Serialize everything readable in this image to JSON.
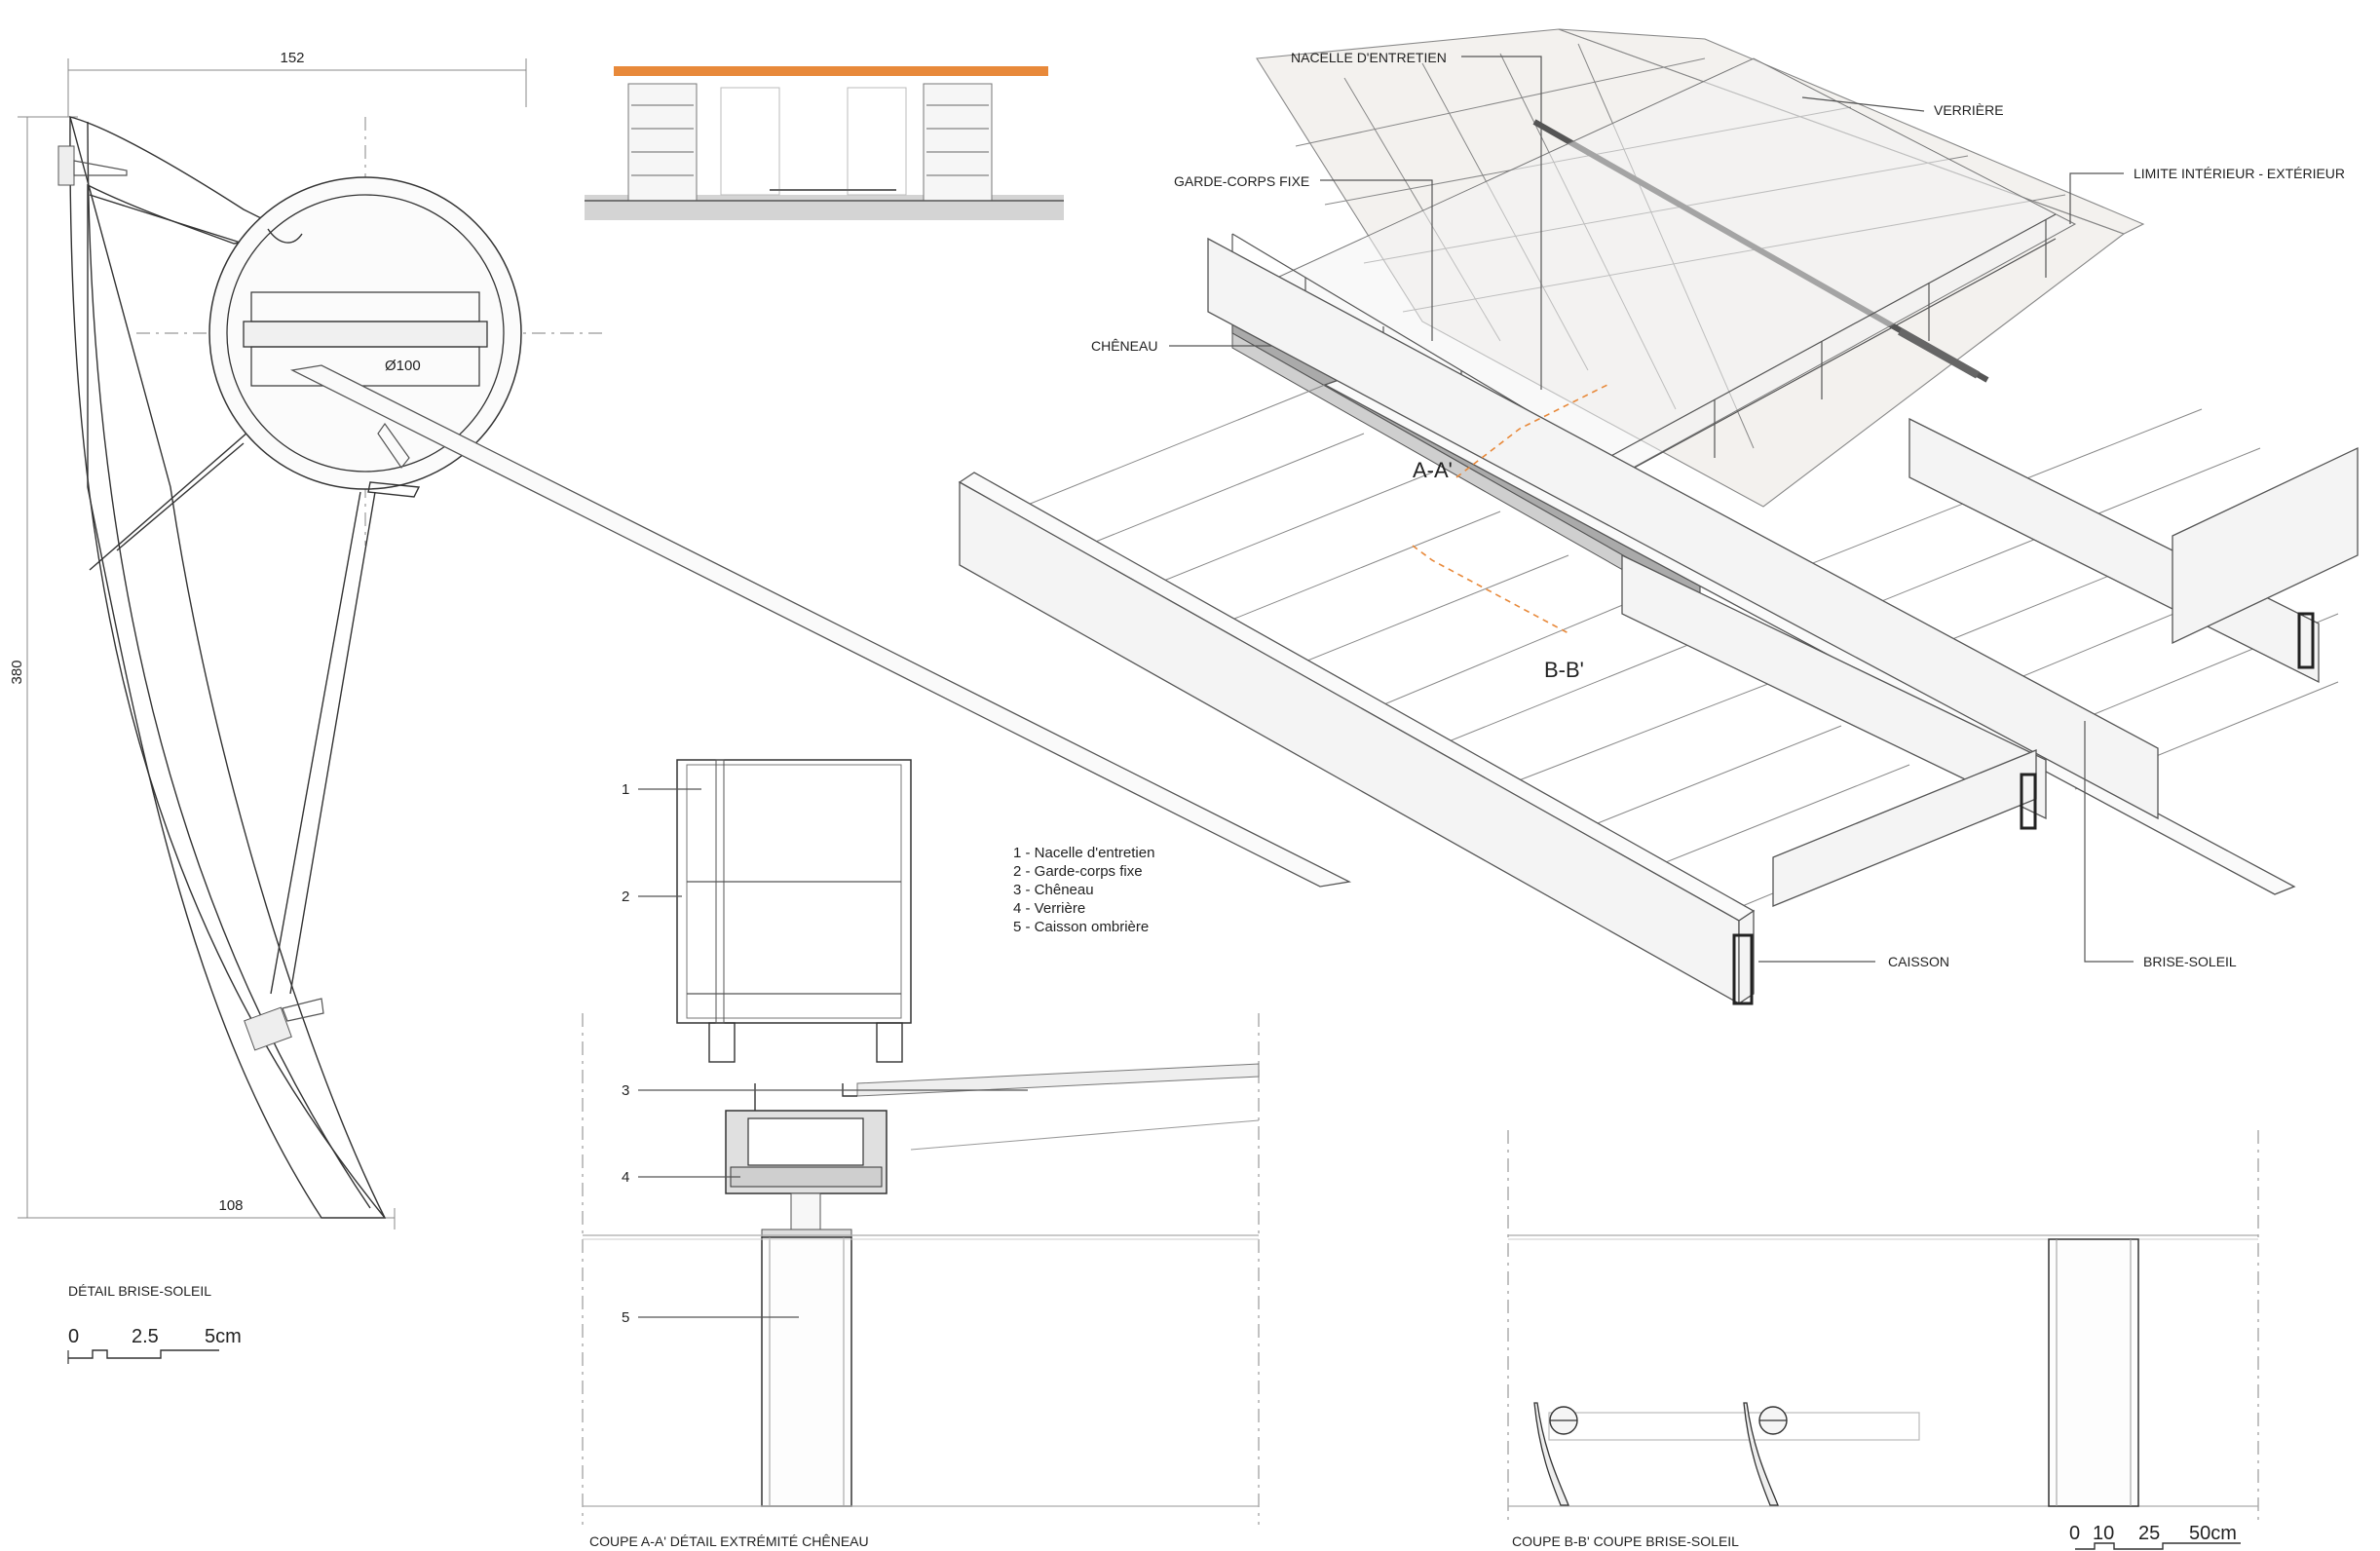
{
  "detail_brise_soleil": {
    "title": "DÉTAIL BRISE-SOLEIL",
    "dim_width": "152",
    "dim_height": "380",
    "dim_bottom": "108",
    "dim_diameter": "Ø100",
    "scale": [
      "0",
      "2.5",
      "5cm"
    ]
  },
  "axonometric": {
    "labels": {
      "nacelle": "NACELLE D'ENTRETIEN",
      "verriere": "VERRIÈRE",
      "garde_corps": "GARDE-CORPS FIXE",
      "limite": "LIMITE INTÉRIEUR - EXTÉRIEUR",
      "cheneau": "CHÊNEAU",
      "caisson": "CAISSON",
      "brise_soleil": "BRISE-SOLEIL",
      "section_a": "A-A'",
      "section_b": "B-B'"
    }
  },
  "coupe_aa": {
    "title": "COUPE A-A'  DÉTAIL EXTRÉMITÉ CHÊNEAU",
    "markers": [
      "1",
      "2",
      "3",
      "4",
      "5"
    ],
    "legend": [
      "1 - Nacelle d'entretien",
      "2 - Garde-corps fixe",
      "3 - Chêneau",
      "4 - Verrière",
      "5 - Caisson ombrière"
    ]
  },
  "coupe_bb": {
    "title": "COUPE B-B'  COUPE BRISE-SOLEIL",
    "scale": [
      "0",
      "10",
      "25",
      "50cm"
    ]
  },
  "colors": {
    "roof_orange": "#e8893a",
    "line": "#555555",
    "glass": "#e9e5e0"
  }
}
